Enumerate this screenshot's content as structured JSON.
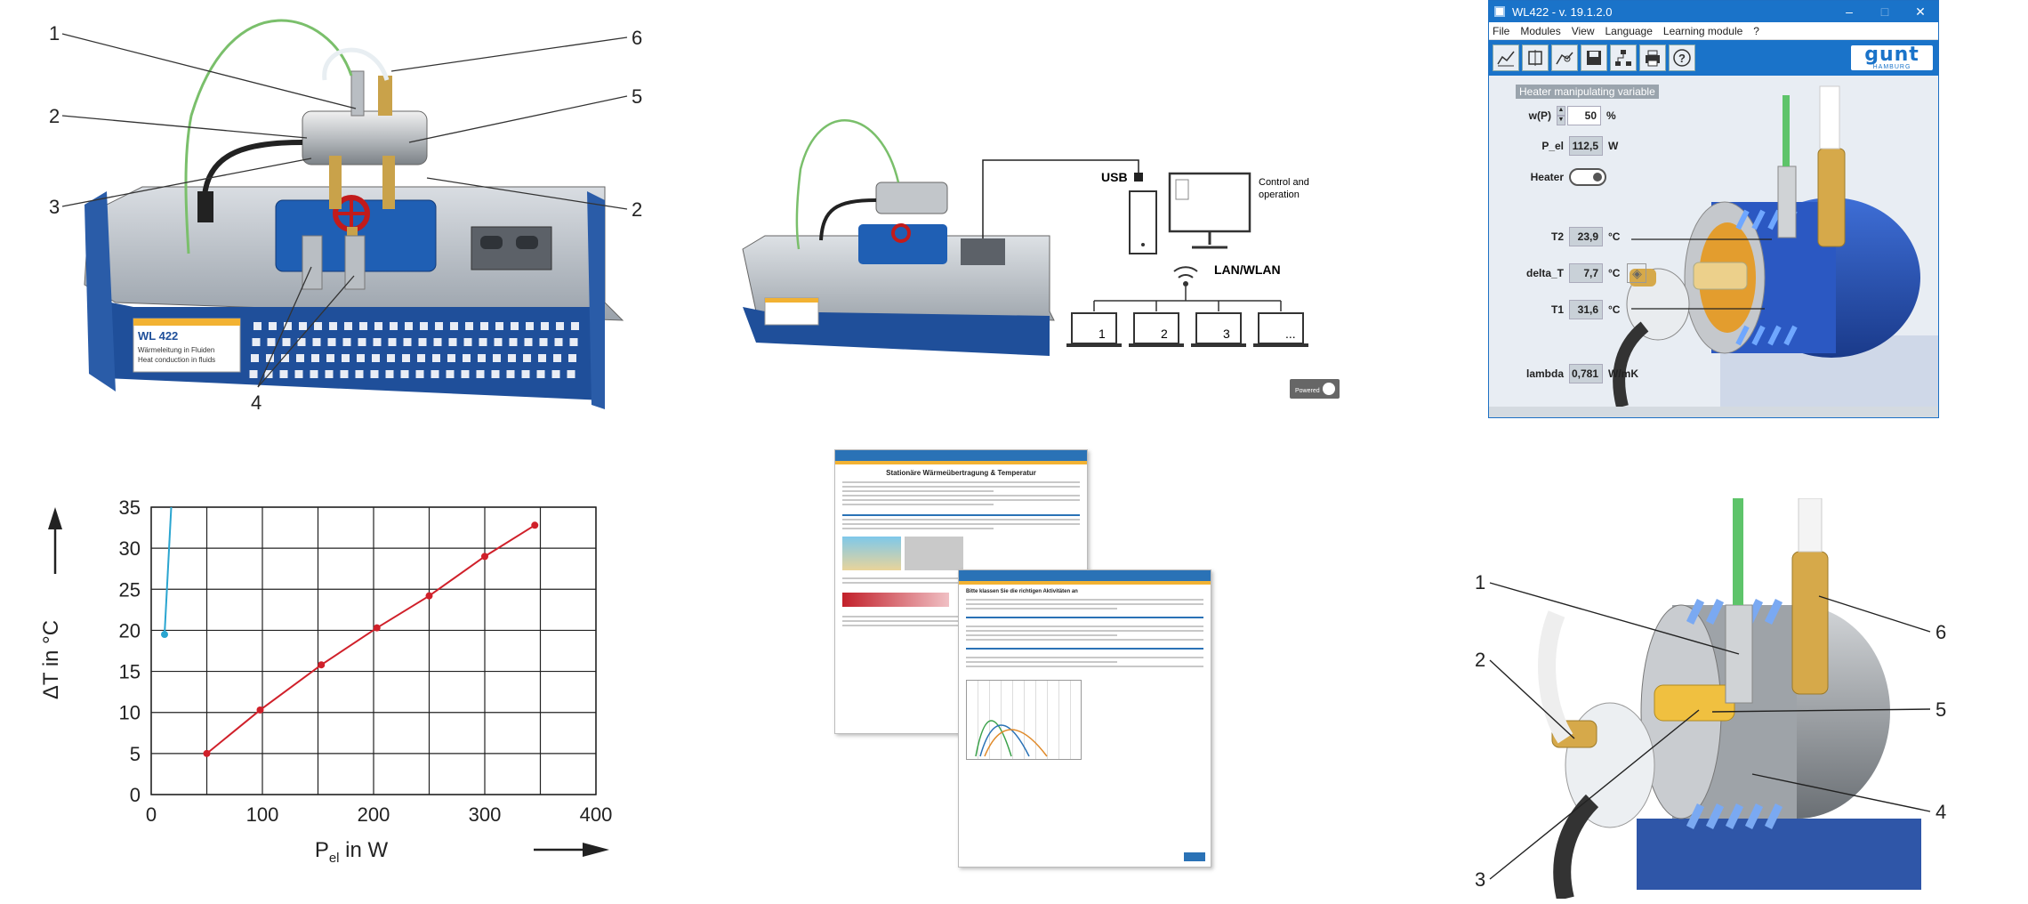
{
  "panel1": {
    "callouts": [
      "1",
      "2",
      "3",
      "4",
      "5",
      "6",
      "2"
    ],
    "label_plate": {
      "title": "WL 422",
      "line1": "Wärmeleitung in Fluiden",
      "line2": "Heat conduction in fluids"
    }
  },
  "panel2": {
    "usb_label": "USB",
    "control_label_1": "Control and",
    "control_label_2": "operation",
    "network_label": "LAN/WLAN",
    "laptops": [
      "1",
      "2",
      "3",
      "..."
    ],
    "badge": "Powered"
  },
  "window": {
    "title": "WL422 - v. 19.1.2.0",
    "controls": [
      "–",
      "□",
      "✕"
    ],
    "menu": [
      "File",
      "Modules",
      "View",
      "Language",
      "Learning module",
      "?"
    ],
    "logo": "gunt",
    "logo_sub": "HAMBURG",
    "toolbar_icons": [
      "chart-icon",
      "sensor-icon",
      "chart-compare-icon",
      "save-icon",
      "network-icon",
      "print-icon",
      "help-icon"
    ],
    "heater_title": "Heater manipulating variable",
    "wp": {
      "label": "w(P)",
      "value": "50",
      "unit": "%"
    },
    "pel": {
      "label": "P_el",
      "value": "112,5",
      "unit": "W"
    },
    "heater": {
      "label": "Heater"
    },
    "t2": {
      "label": "T2",
      "value": "23,9",
      "unit": "°C"
    },
    "delta_t": {
      "label": "delta_T",
      "value": "7,7",
      "unit": "°C"
    },
    "t1": {
      "label": "T1",
      "value": "31,6",
      "unit": "°C"
    },
    "lambda": {
      "label": "lambda",
      "value": "0,781",
      "unit": "W/mK"
    }
  },
  "worksheet": {
    "doc1_title": "Stationäre Wärmeübertragung & Temperatur",
    "doc2_title": "Bitte klassen Sie die richtigen Aktivitäten an"
  },
  "panel6": {
    "callouts": [
      "1",
      "2",
      "3",
      "4",
      "5",
      "6"
    ]
  },
  "chart_data": {
    "type": "line",
    "title": "",
    "xlabel_main": "P",
    "xlabel_sub": "el",
    "xlabel_rest": " in W",
    "ylabel": "ΔT in °C",
    "xlim": [
      0,
      400
    ],
    "ylim": [
      0,
      35
    ],
    "x_ticks": [
      0,
      100,
      200,
      300,
      400
    ],
    "y_ticks": [
      0,
      5,
      10,
      15,
      20,
      25,
      30,
      35
    ],
    "grid": true,
    "series": [
      {
        "color": "#d0202a",
        "x": [
          50,
          98,
          153,
          203,
          250,
          300,
          345
        ],
        "y": [
          5,
          10.3,
          15.8,
          20.3,
          24.2,
          29,
          32.8
        ]
      },
      {
        "color": "#2aa5d0",
        "x": [
          12,
          18
        ],
        "y": [
          19.5,
          35
        ]
      }
    ]
  }
}
